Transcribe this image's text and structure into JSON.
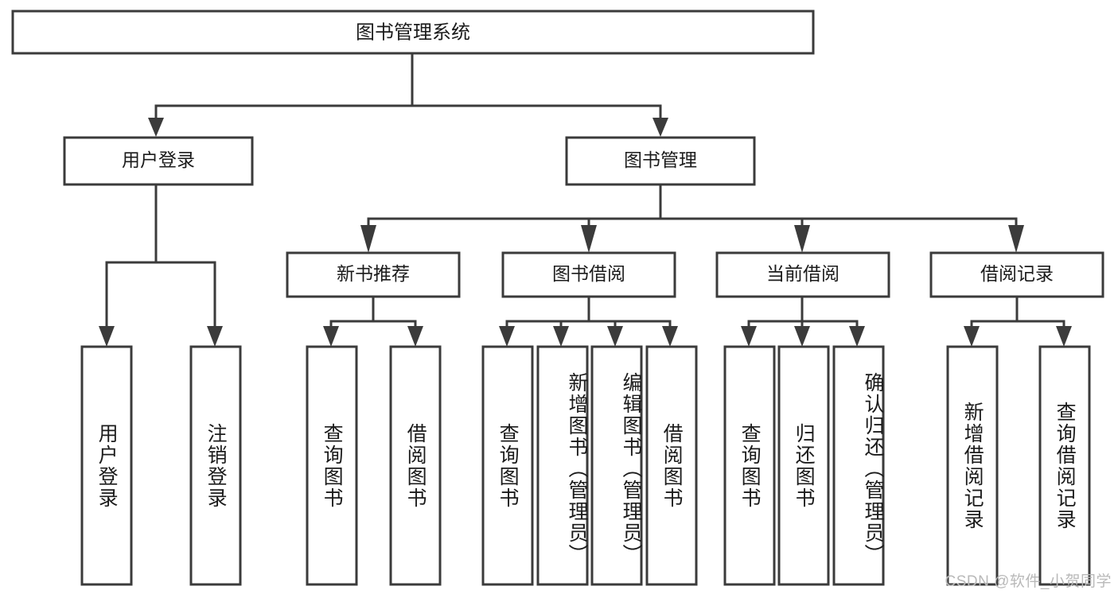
{
  "diagram": {
    "type": "tree-hierarchy",
    "title": "图书管理系统",
    "background_color": "#ffffff",
    "line_color": "#3b3b3b",
    "text_color": "#1b1b1b",
    "root": {
      "label": "图书管理系统"
    },
    "level2": [
      {
        "label": "用户登录"
      },
      {
        "label": "图书管理"
      }
    ],
    "level3": [
      {
        "label": "新书推荐"
      },
      {
        "label": "图书借阅"
      },
      {
        "label": "当前借阅"
      },
      {
        "label": "借阅记录"
      }
    ],
    "leaves": {
      "user_login": [
        {
          "label": "用户登录"
        },
        {
          "label": "注销登录"
        }
      ],
      "new_book_recommend": [
        {
          "label": "查询图书"
        },
        {
          "label": "借阅图书"
        }
      ],
      "book_borrow": [
        {
          "label": "查询图书"
        },
        {
          "label": "新增图书（管理员）"
        },
        {
          "label": "编辑图书（管理员）"
        },
        {
          "label": "借阅图书"
        }
      ],
      "current_borrow": [
        {
          "label": "查询图书"
        },
        {
          "label": "归还图书"
        },
        {
          "label": "确认归还（管理员）"
        }
      ],
      "borrow_record": [
        {
          "label": "新增借阅记录"
        },
        {
          "label": "查询借阅记录"
        }
      ]
    }
  },
  "watermark": {
    "text": "CSDN @软件_小贺同学"
  }
}
